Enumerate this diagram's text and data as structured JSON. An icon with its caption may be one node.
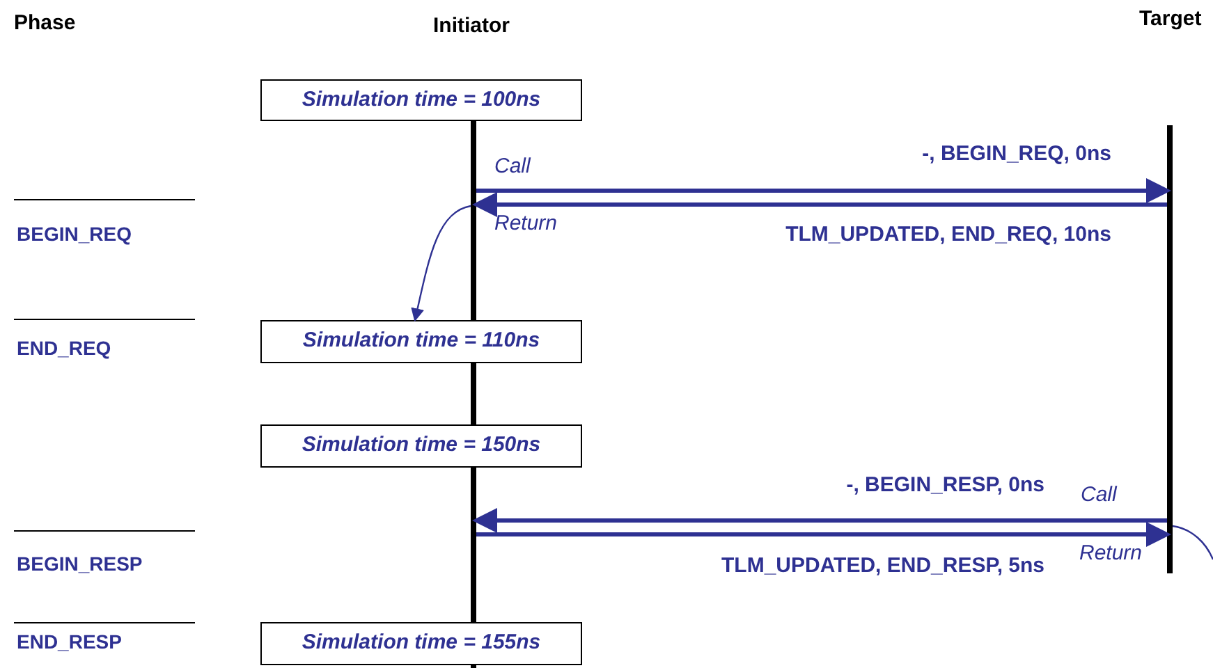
{
  "diagram": {
    "nodes": [
      {
        "text": [
          "Simulation time = 100ns"
        ]
      },
      {
        "text": [
          "Simulation time = 110ns"
        ]
      },
      {
        "text": [
          "Simulation time = 150ns"
        ]
      },
      {
        "text": [
          "Simulation time = 155ns"
        ]
      },
      {
        "text": [],
        "shape": "bar"
      },
      {
        "text": [],
        "shape": "bar"
      }
    ],
    "edges": [
      {
        "from": 4,
        "to": 5,
        "arrow": "to",
        "label": "-, BEGIN_REQ, 0ns"
      },
      {
        "from": 5,
        "to": 4,
        "arrow": "to",
        "label": "TLM_UPDATED, END_REQ, 10ns"
      },
      {
        "from": 4,
        "to": 1,
        "arrow": "to"
      },
      {
        "from": 5,
        "to": 4,
        "arrow": "to",
        "label": "-, BEGIN_RESP, 0ns"
      },
      {
        "from": 4,
        "to": 5,
        "arrow": "to",
        "label": "TLM_UPDATED, END_RESP, 5ns"
      },
      {
        "from": 5,
        "to": null,
        "arrow": "none"
      }
    ],
    "labels": [
      "Phase",
      "Initiator",
      "Target",
      "Call",
      "BEGIN_REQ",
      "Return",
      "END_REQ",
      "Call",
      "BEGIN_RESP",
      "Return",
      "END_RESP"
    ]
  }
}
